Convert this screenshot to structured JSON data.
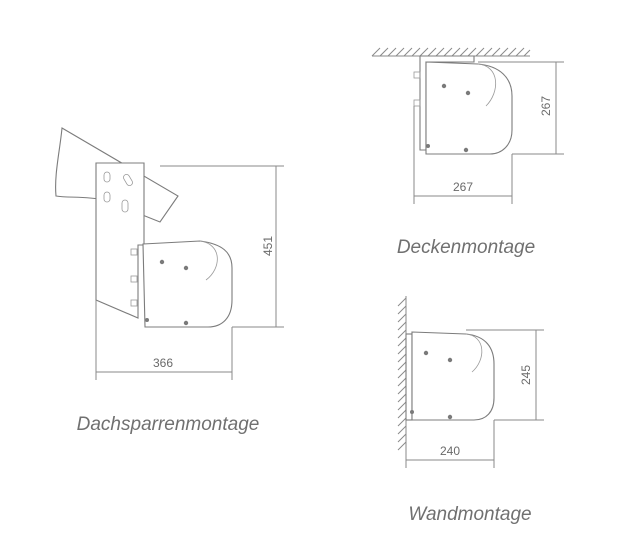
{
  "diagrams": {
    "rafter": {
      "caption": "Dachsparrenmontage",
      "height": "451",
      "width": "366"
    },
    "ceiling": {
      "caption": "Deckenmontage",
      "height": "267",
      "width": "267"
    },
    "wall": {
      "caption": "Wandmontage",
      "height": "245",
      "width": "240"
    }
  },
  "colors": {
    "stroke": "#8a8a8a",
    "text": "#707070"
  }
}
